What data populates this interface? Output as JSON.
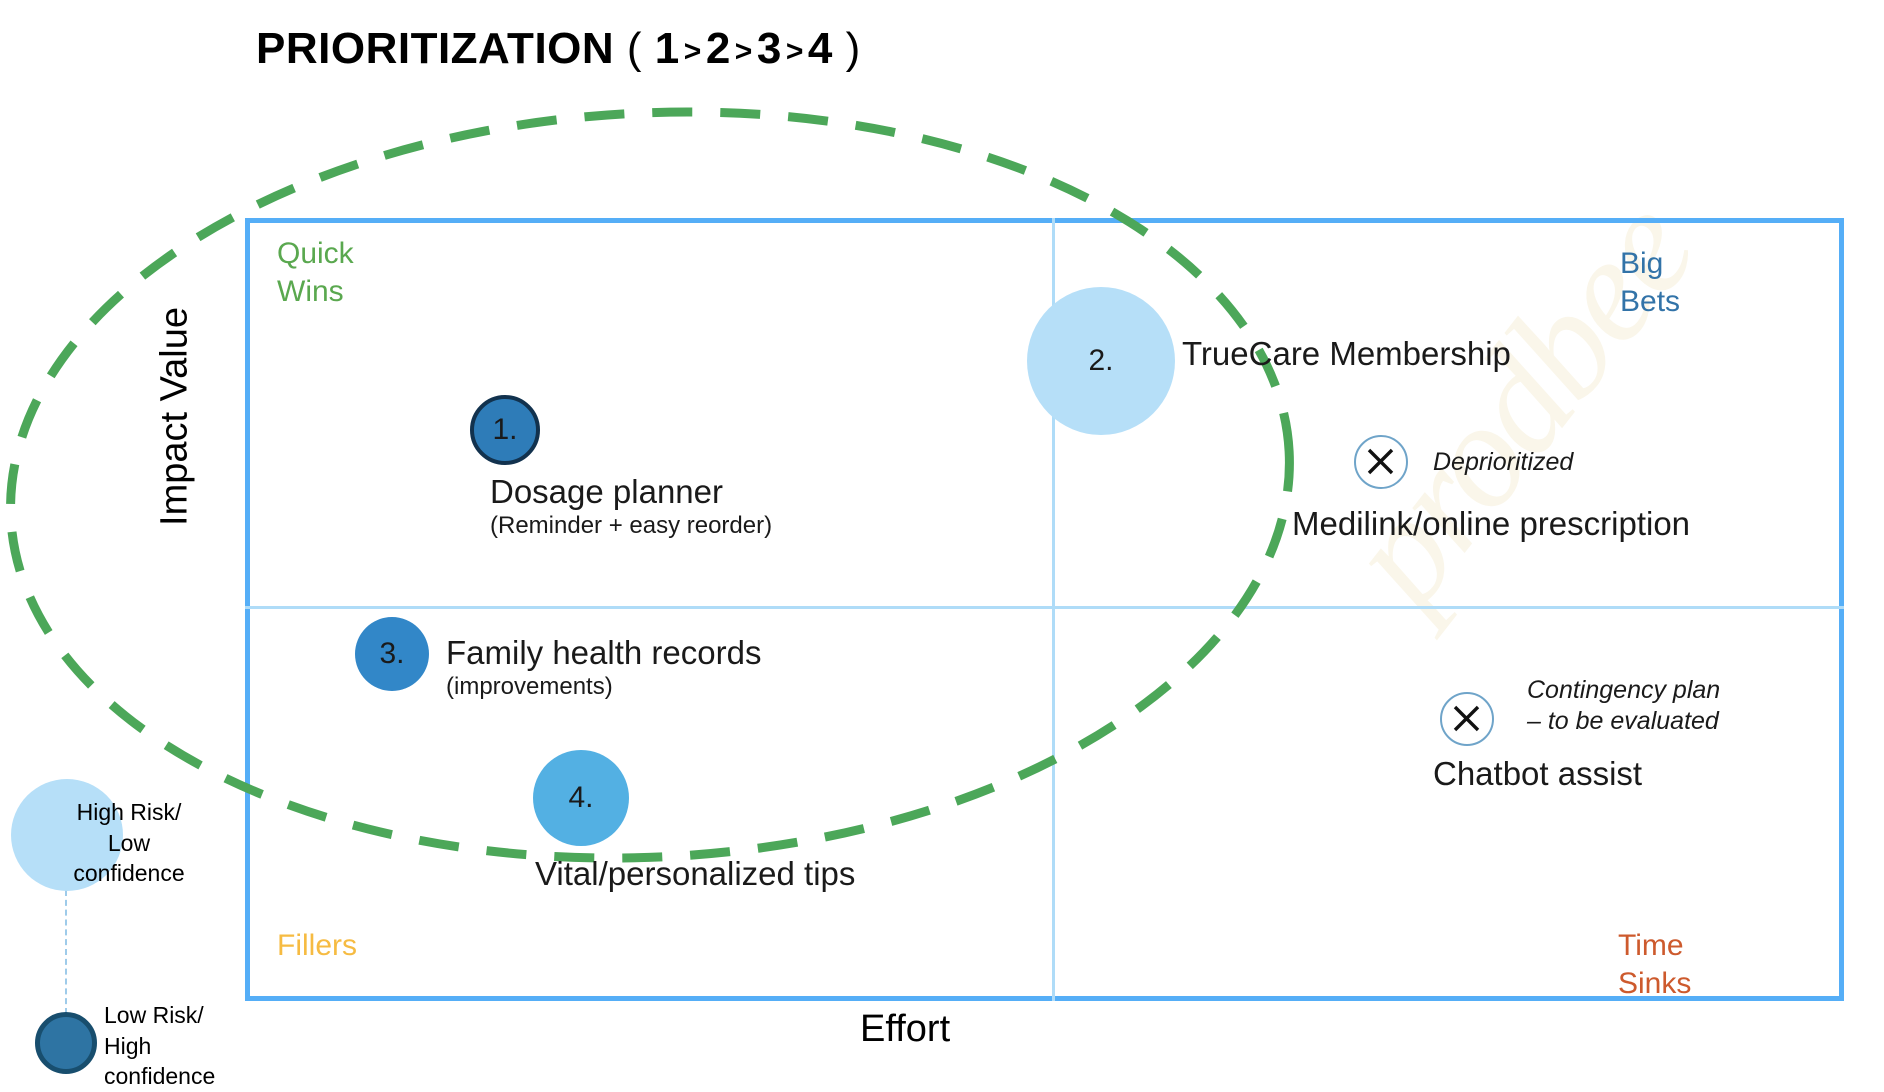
{
  "title": {
    "main": "PRIORITIZATION",
    "open_paren": "(",
    "order": [
      "1",
      "2",
      "3",
      "4"
    ],
    "separator": ">",
    "close_paren": ")",
    "full": "PRIORITIZATION ( 1 > 2 > 3 > 4 )"
  },
  "axes": {
    "y_label": "Impact Value",
    "x_label": "Effort"
  },
  "quadrants": {
    "top_left": {
      "label": "Quick\nWins",
      "color": "#5AA84F"
    },
    "top_right": {
      "label": "Big\nBets",
      "color": "#3273A8"
    },
    "bottom_left": {
      "label": "Fillers",
      "color": "#F6BB42"
    },
    "bottom_right": {
      "label": "Time\nSinks",
      "color": "#CD5A2D"
    }
  },
  "frame": {
    "border_color": "#55AEF7",
    "divider_color": "#AFDCF8"
  },
  "highlight_ellipse": {
    "style": "dashed",
    "color": "#4CA css",
    "stroke": "#4CA759"
  },
  "items": [
    {
      "rank": "1.",
      "title": "Dosage planner",
      "subtitle": "(Reminder + easy reorder)",
      "bubble_color": "#2E7CB8",
      "bubble_border": "#12324E",
      "quadrant": "Quick Wins"
    },
    {
      "rank": "2.",
      "title": "TrueCare Membership",
      "subtitle": "",
      "bubble_color": "#B6DFF8",
      "bubble_border": "none",
      "quadrant": "Big Bets"
    },
    {
      "rank": "3.",
      "title": "Family health records",
      "subtitle": "(improvements)",
      "bubble_color": "#3287C8",
      "bubble_border": "none",
      "quadrant": "Fillers"
    },
    {
      "rank": "4.",
      "title": "Vital/personalized tips",
      "subtitle": "",
      "bubble_color": "#53B0E3",
      "bubble_border": "none",
      "quadrant": "Fillers"
    }
  ],
  "excluded": [
    {
      "marker": "X",
      "note": "Deprioritized",
      "title": "Medilink/online prescription",
      "quadrant": "Big Bets"
    },
    {
      "marker": "X",
      "note": "Contingency plan\n– to be evaluated",
      "title": "Chatbot assist",
      "quadrant": "Time Sinks"
    }
  ],
  "legend": {
    "large_bubble": {
      "label": "High Risk/\nLow\nconfidence",
      "color": "#B6DFF8"
    },
    "small_bubble": {
      "label": "Low Risk/\nHigh\nconfidence",
      "color": "#2E74A3",
      "border": "#184E6E"
    }
  },
  "watermark": {
    "text": "prodbee"
  }
}
